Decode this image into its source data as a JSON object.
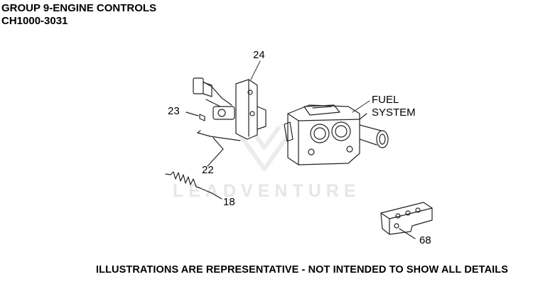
{
  "header": {
    "title": "GROUP 9-ENGINE CONTROLS",
    "model": "CH1000-3031"
  },
  "callouts": {
    "p24": "24",
    "p23": "23",
    "p22": "22",
    "p18": "18",
    "p68": "68",
    "fuel_line1": "FUEL",
    "fuel_line2": "SYSTEM"
  },
  "watermark": "LEADVENTURE",
  "footer": "ILLUSTRATIONS ARE REPRESENTATIVE - NOT INTENDED TO SHOW ALL DETAILS"
}
